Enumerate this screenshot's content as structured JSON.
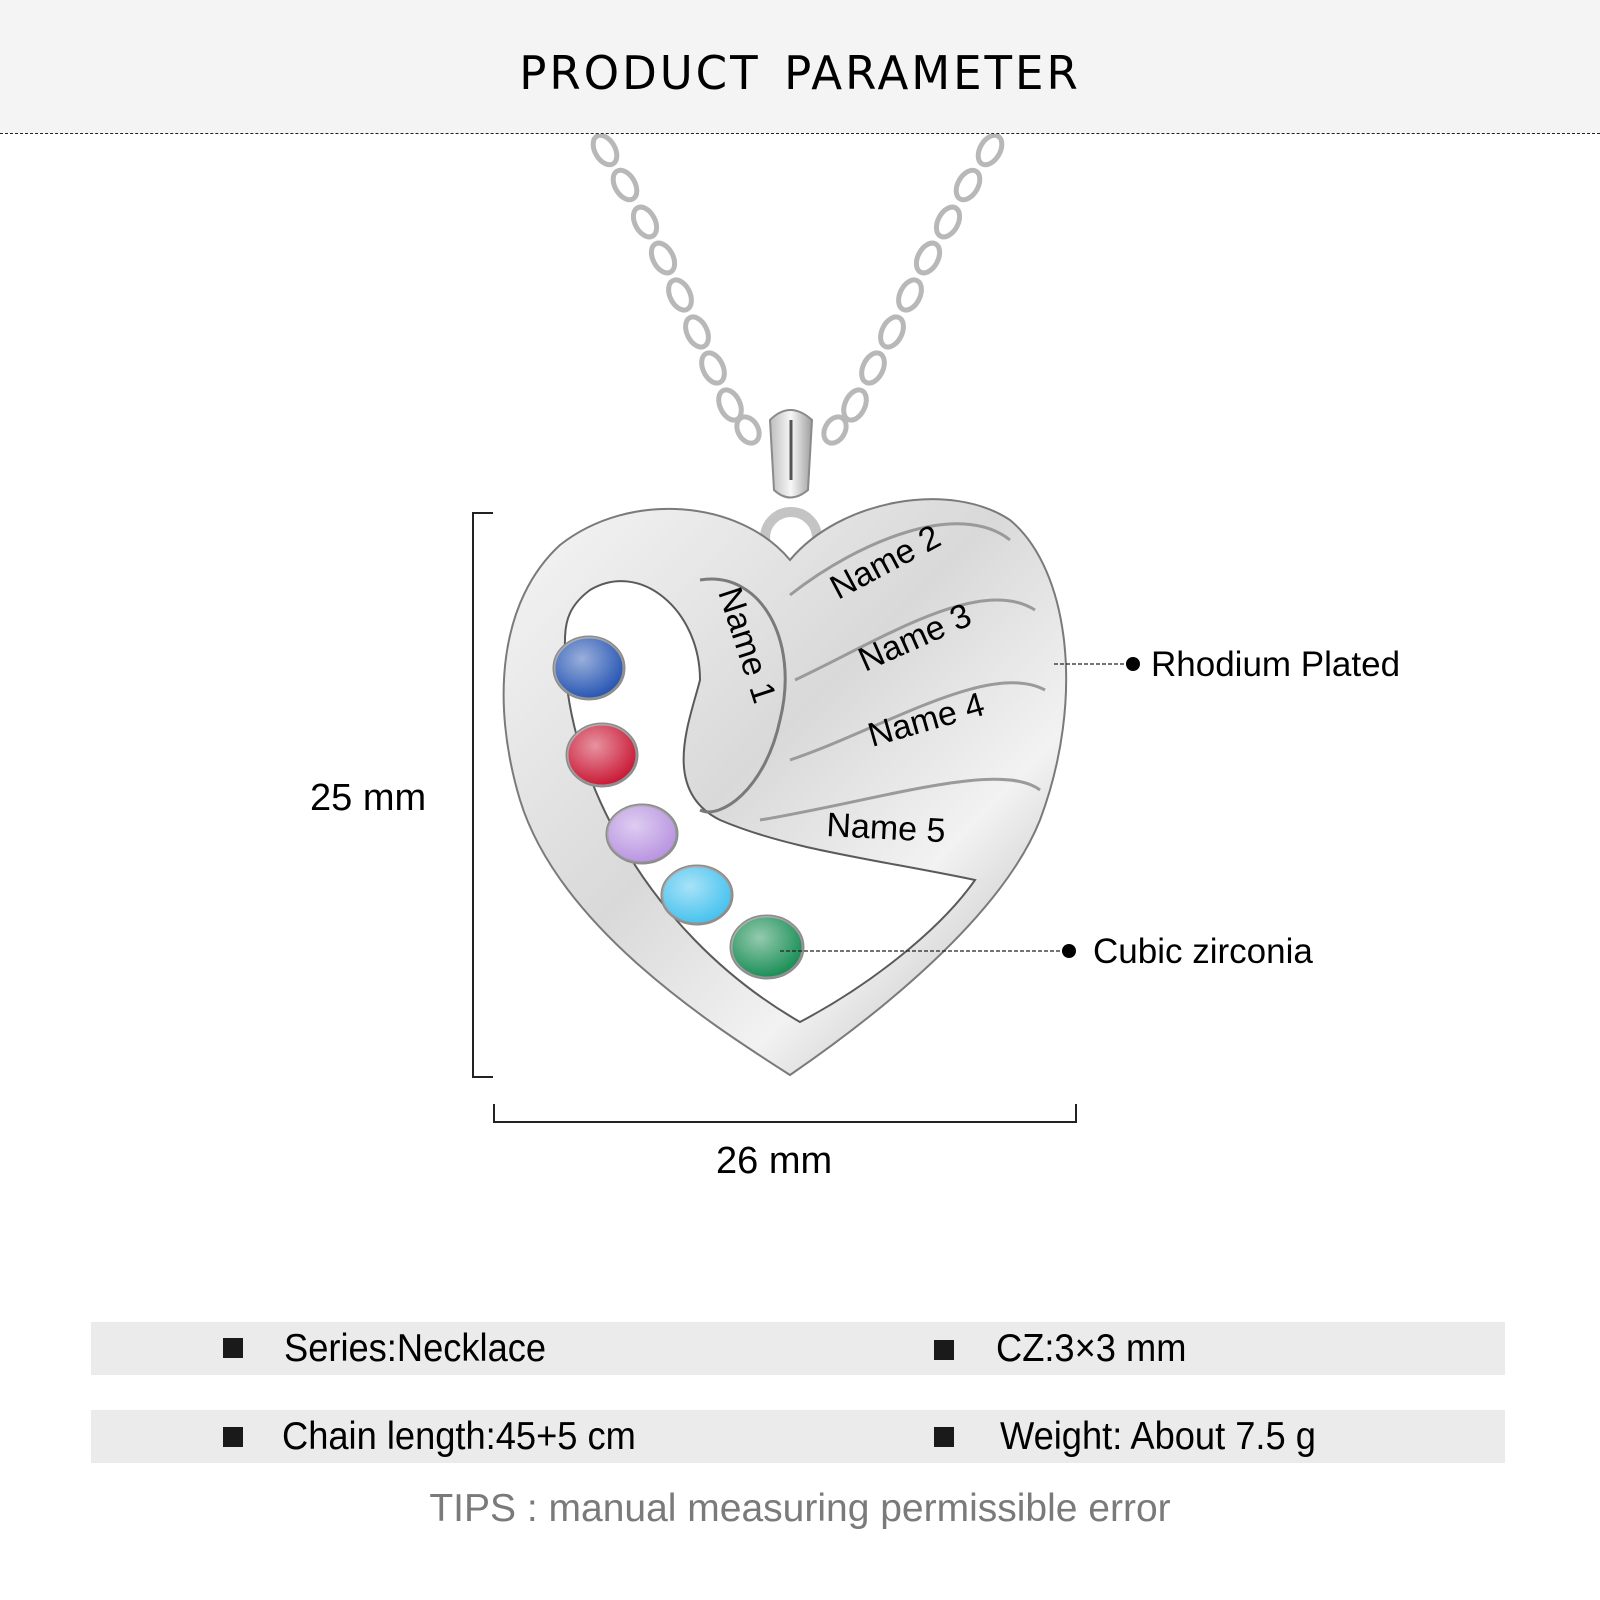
{
  "header": {
    "title": "Product parameter",
    "title_first_letters": [
      "P",
      "P"
    ],
    "background": "#f4f4f4"
  },
  "product": {
    "name_engravings": [
      "Name 1",
      "Name 2",
      "Name 3",
      "Name 4",
      "Name 5"
    ],
    "stones": [
      {
        "color_name": "blue",
        "hex": "#1f4fb0"
      },
      {
        "color_name": "red",
        "hex": "#c8102e"
      },
      {
        "color_name": "lavender",
        "hex": "#b690e0"
      },
      {
        "color_name": "aqua",
        "hex": "#3fc0ee"
      },
      {
        "color_name": "green",
        "hex": "#118a4e"
      }
    ],
    "dimensions": {
      "height_label": "25 mm",
      "width_label": "26 mm"
    },
    "callouts": {
      "plating": "Rhodium Plated",
      "stone_type": "Cubic zirconia"
    }
  },
  "specs": {
    "rows": [
      {
        "left": "Series:Necklace",
        "right": "CZ:3×3 mm"
      },
      {
        "left": "Chain length:45+5 cm",
        "right": "Weight: About 7.5 g"
      }
    ],
    "band_color": "#ebebeb"
  },
  "tips": "TIPS : manual measuring permissible error"
}
